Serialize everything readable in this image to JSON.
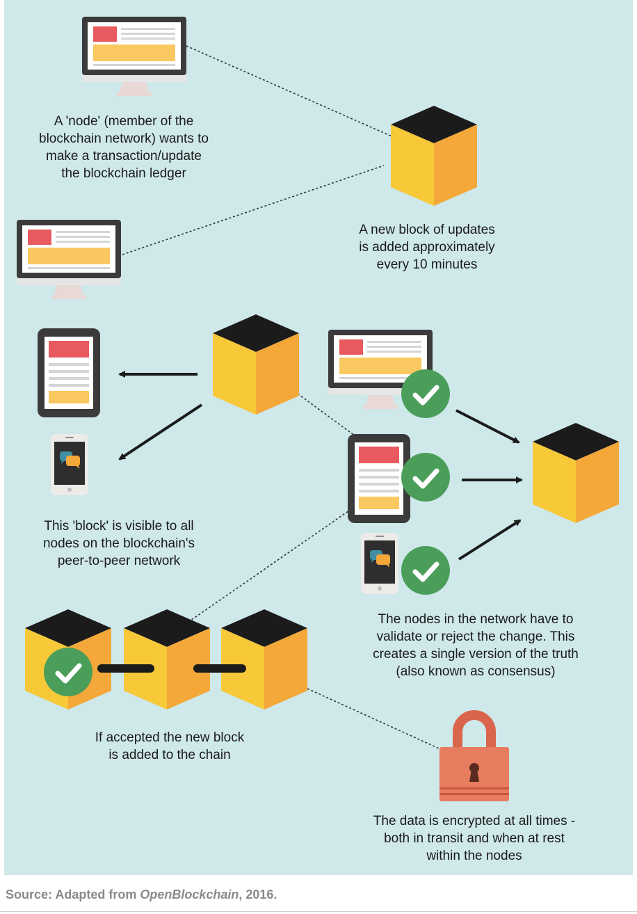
{
  "captions": {
    "node_wants": [
      "A 'node' (member of the",
      "blockchain network) wants to",
      "make a transaction/update",
      "the blockchain ledger"
    ],
    "new_block": [
      "A new block of updates",
      "is added approximately",
      "every 10 minutes"
    ],
    "visible": [
      "This 'block' is visible to all",
      "nodes on the blockchain's",
      "peer-to-peer  network"
    ],
    "validate": [
      "The nodes in the network have to",
      "validate or reject the change. This",
      "creates a single version of the truth",
      "(also known as consensus)"
    ],
    "accepted": [
      "If accepted the new block",
      "is added to the chain"
    ],
    "encrypted": [
      "The data is encrypted at all times -",
      "both in transit and when at rest",
      "within the nodes"
    ]
  },
  "source": {
    "prefix": "Source: Adapted from ",
    "title": "OpenBlockchain",
    "suffix": ", 2016."
  },
  "colors": {
    "background": "#cfe8ea",
    "cube_top": "#1b1b1b",
    "cube_left": "#f7c838",
    "cube_right": "#f3a839",
    "device_dark": "#3b3b3b",
    "screen_red": "#e85a5e",
    "screen_yellow": "#f9c860",
    "check_green": "#4a9e5a",
    "lock_body": "#e77c5e",
    "lock_shackle": "#d9664c"
  }
}
